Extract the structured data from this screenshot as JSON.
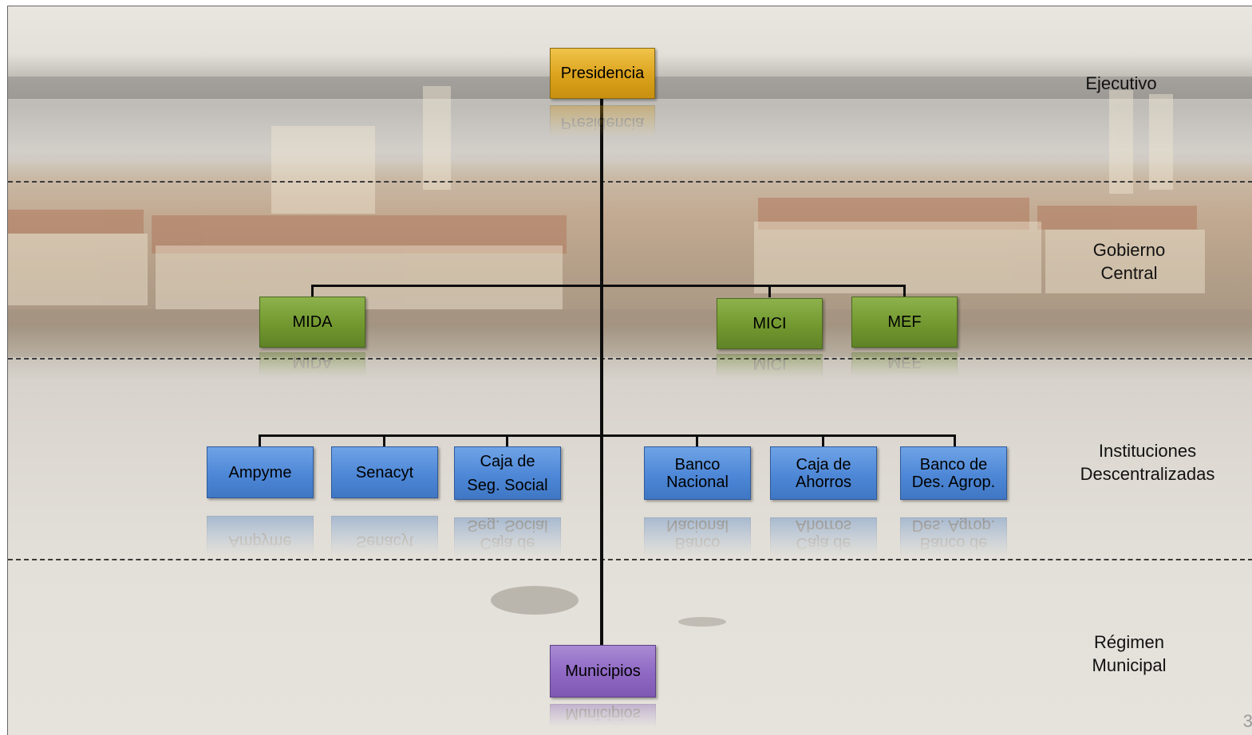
{
  "levels": [
    {
      "label": "Ejecutivo"
    },
    {
      "label": "Gobierno\nCentral"
    },
    {
      "label": "Instituciones\nDescentralizadas"
    },
    {
      "label": "Régimen\nMunicipal"
    }
  ],
  "nodes": {
    "presidencia": "Presidencia",
    "mida": "MIDA",
    "mici": "MICI",
    "mef": "MEF",
    "ampyme": "Ampyme",
    "senacyt": "Senacyt",
    "caja_social": "Caja de\nSeg. Social",
    "banco_nacional": "Banco\nNacional",
    "caja_ahorros": "Caja de\nAhorros",
    "banco_agrop": "Banco de\nDes. Agrop.",
    "municipios": "Municipios"
  },
  "colors": {
    "executive": "#dba21c",
    "central": "#72982f",
    "decentralized": "#4d87d6",
    "municipal": "#8e68c3"
  },
  "page_number": "3"
}
